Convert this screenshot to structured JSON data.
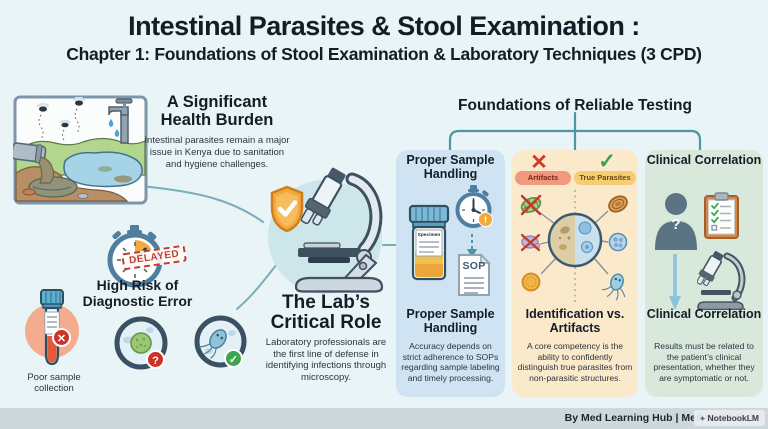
{
  "header": {
    "title": "Intestinal Parasites & Stool Examination :",
    "subtitle": "Chapter 1: Foundations of Stool Examination & Laboratory Techniques (3 CPD)"
  },
  "health_burden": {
    "heading": "A Significant Health Burden",
    "body": "Intestinal parasites remain a major issue in Kenya due to sanitation and hygiene challenges."
  },
  "diagnostic_error": {
    "heading": "High Risk of Diagnostic Error",
    "stamp": "DELAYED",
    "tube_caption": "Poor sample collection",
    "error_mark": "✕",
    "unknown_mark": "?",
    "confirmed_mark": "✓"
  },
  "lab_role": {
    "heading": "The Lab’s Critical Role",
    "body": "Laboratory professionals are the first line of defense in identifying infections through microscopy."
  },
  "reliable_testing": {
    "heading": "Foundations of Reliable Testing",
    "panels": [
      {
        "title": "Proper Sample Handling",
        "jar_label": "Specimen",
        "doc_label": "SOP",
        "alert_mark": "!",
        "subtitle": "Proper Sample Handling",
        "body": "Accuracy depends on strict adherence to SOPs regarding sample labeling and timely processing."
      },
      {
        "artifacts_mark": "✕",
        "artifacts_label": "Artifacts",
        "parasites_mark": "✓",
        "parasites_label": "True Parasites",
        "subtitle": "Identification vs. Artifacts",
        "body": "A core competency is the ability to confidently distinguish true parasites from non-parasitic structures."
      },
      {
        "title": "Clinical Correlation",
        "question_mark": "?",
        "subtitle": "Clinical Correlation",
        "body": "Results must be related to the patient’s clinical presentation, whether they are symptomatic or not."
      }
    ]
  },
  "footer": {
    "credit": "By Med Learning Hub | Med Skills Hub",
    "watermark": "NotebookLM"
  },
  "colors": {
    "background": "#e9f4f6",
    "panel_sample_handling": "#cfe3f2",
    "panel_identification": "#fbe9cb",
    "panel_clinical": "#d8e9db",
    "connector": "#79adb9",
    "bracket": "#4e95a5",
    "danger_red": "#cc3226",
    "success_green": "#3ba64b",
    "warning_orange": "#f2a93b",
    "artifacts_pill": "#f0997e",
    "parasites_pill": "#f6cd74",
    "footer_band": "#ccd8db",
    "heading_text": "#141c27",
    "body_text": "#2b3541"
  }
}
